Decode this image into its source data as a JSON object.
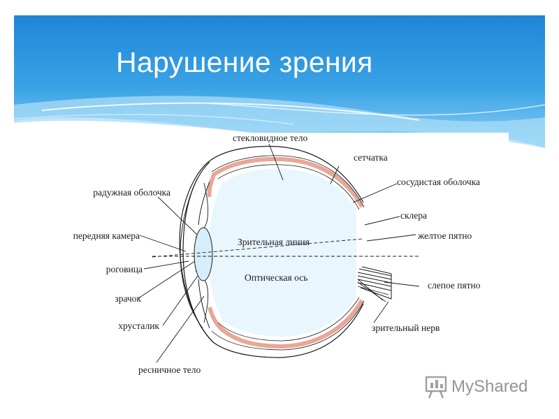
{
  "slide": {
    "title": "Нарушение зрения"
  },
  "diagram": {
    "labels": {
      "vitreous": "стекловидное тело",
      "retina": "сетчатка",
      "choroid": "сосудистая оболочка",
      "sclera": "склера",
      "macula": "желтое пятно",
      "blind_spot": "слепое пятно",
      "optic_nerve": "зрительный нерв",
      "visual_line": "Зрительная линия",
      "optical_axis": "Оптическая ось",
      "iris": "радужная оболочка",
      "anterior_chamber": "передняя камера",
      "cornea": "роговица",
      "pupil": "зрачок",
      "lens": "хрусталик",
      "ciliary_body": "ресничное тело"
    }
  },
  "watermark": {
    "text": "MyShared",
    "icon": "presentation-board-icon"
  },
  "colors": {
    "header_blue": "#2b8fd9",
    "header_light": "#7cc6f2",
    "eye_fill": "#e9f6fd",
    "choroid": "#e8a797",
    "line": "#1a1a1a"
  }
}
